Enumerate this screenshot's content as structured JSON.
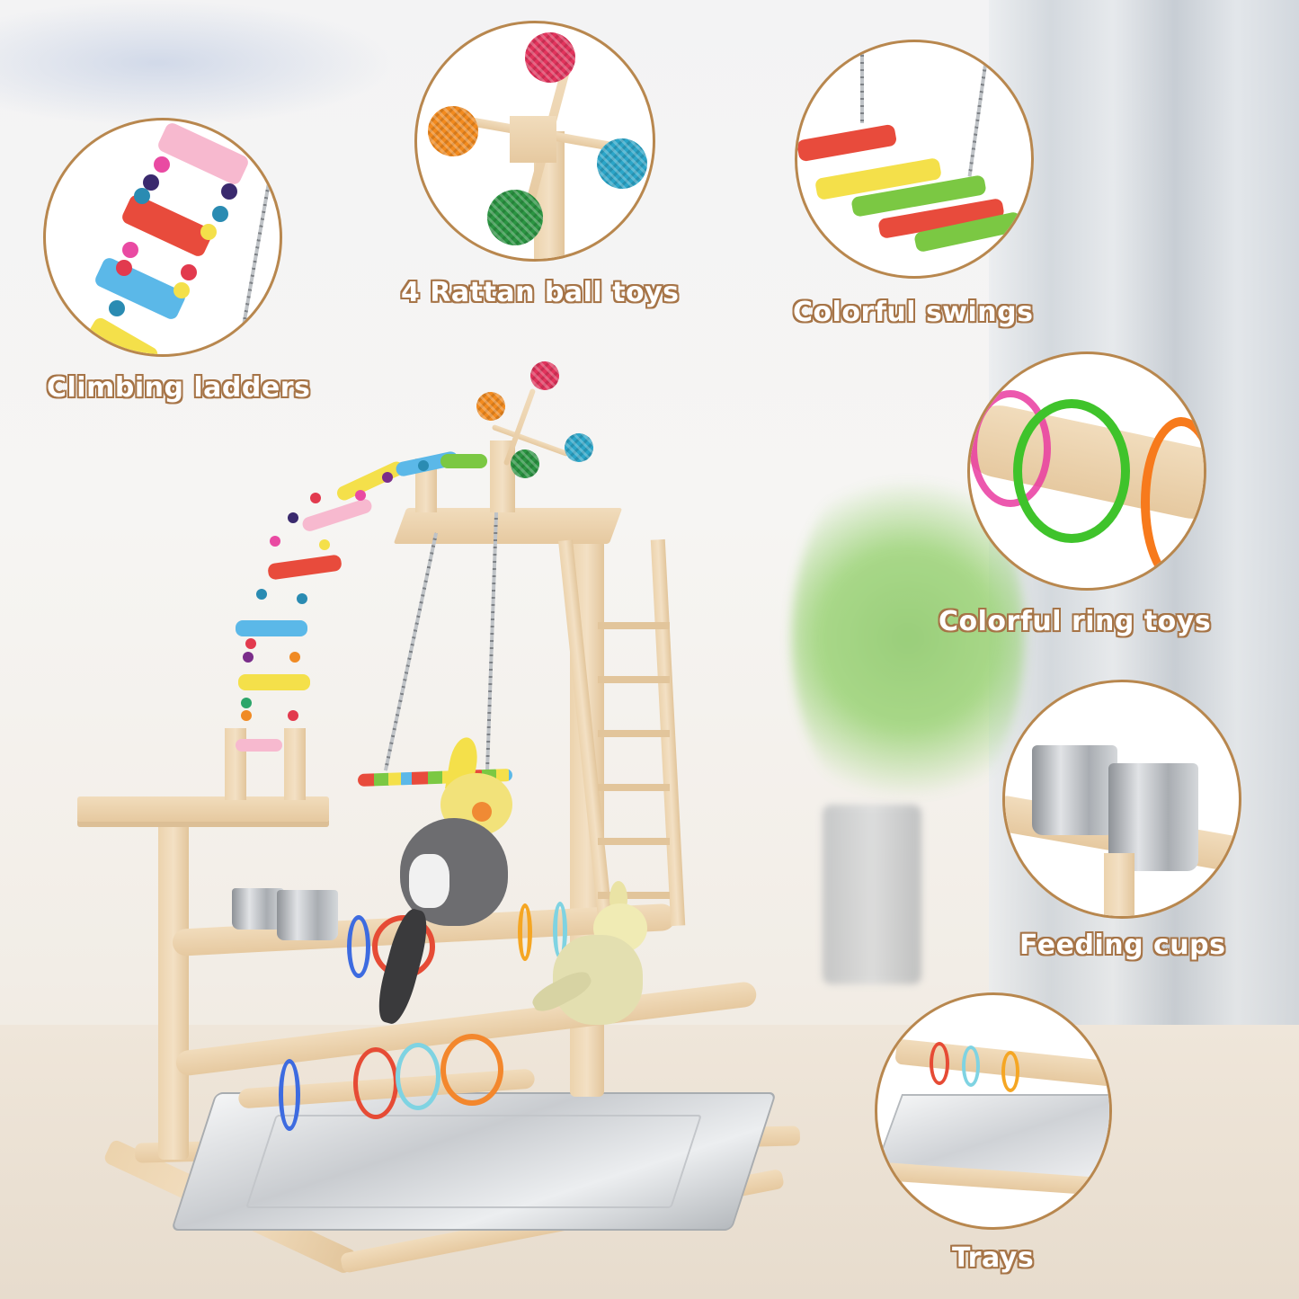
{
  "product": {
    "name": "Bird play stand",
    "main_image": "bird-play-stand-with-cockatiels"
  },
  "features": [
    {
      "id": "climbing-ladders",
      "label": "Climbing ladders"
    },
    {
      "id": "rattan-ball-toys",
      "label": "4 Rattan ball toys"
    },
    {
      "id": "colorful-swings",
      "label": "Colorful swings"
    },
    {
      "id": "colorful-ring-toys",
      "label": "Colorful ring toys"
    },
    {
      "id": "feeding-cups",
      "label": "Feeding cups"
    },
    {
      "id": "trays",
      "label": "Trays"
    }
  ],
  "colors": {
    "circle_border": "#b8874e",
    "label_outline": "#a67447",
    "label_fill": "#ffffff",
    "wood": "#ecd3ad"
  }
}
